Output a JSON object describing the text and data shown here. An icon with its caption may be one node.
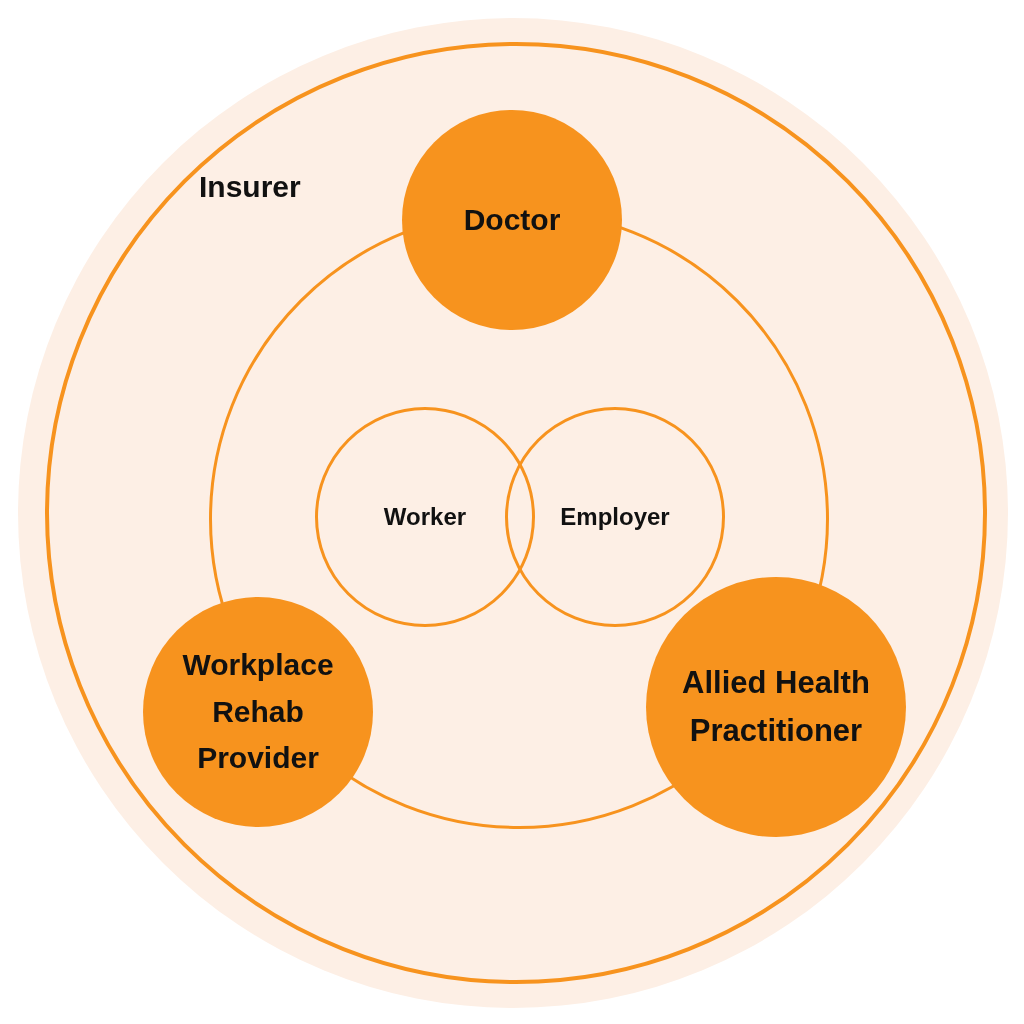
{
  "diagram": {
    "nodes": [
      {
        "text": [
          "Insurer"
        ]
      },
      {
        "text": [],
        "shape": "circle",
        "in": 0
      },
      {
        "text": [
          "Doctor"
        ],
        "in": 0
      },
      {
        "text": [
          "Worker"
        ],
        "in": 1
      },
      {
        "text": [
          "Employer"
        ],
        "in": 1
      },
      {
        "text": [
          "Workplace Rehab Provider"
        ],
        "in": 0
      },
      {
        "text": [
          "Allied Health Practitioner"
        ],
        "in": 0
      }
    ]
  }
}
